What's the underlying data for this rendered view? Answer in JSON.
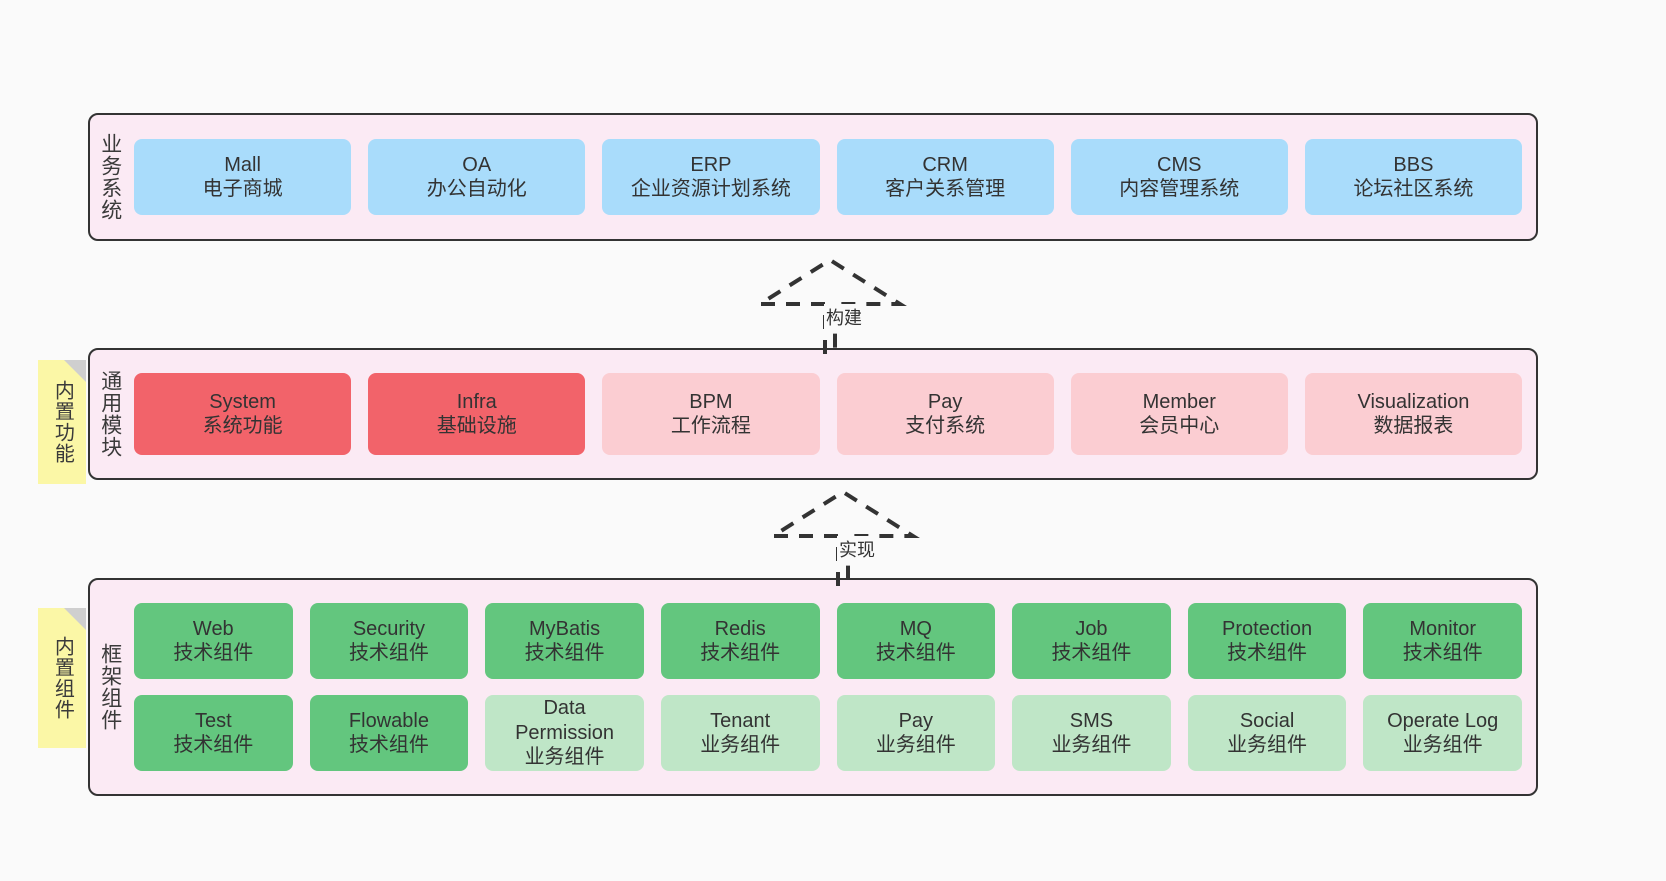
{
  "diagram": {
    "background_color": "#fafafa",
    "layer_fill": "#fbeaf4",
    "layer_border": "#333333",
    "sticky_color": "#fbf7a6"
  },
  "layers": [
    {
      "id": "business-system",
      "title": "业务系统",
      "rows": [
        [
          {
            "en": "Mall",
            "cn": "电子商城",
            "style": "blue"
          },
          {
            "en": "OA",
            "cn": "办公自动化",
            "style": "blue"
          },
          {
            "en": "ERP",
            "cn": "企业资源计划系统",
            "style": "blue"
          },
          {
            "en": "CRM",
            "cn": "客户关系管理",
            "style": "blue"
          },
          {
            "en": "CMS",
            "cn": "内容管理系统",
            "style": "blue"
          },
          {
            "en": "BBS",
            "cn": "论坛社区系统",
            "style": "blue"
          }
        ]
      ]
    },
    {
      "id": "common-module",
      "title": "通用模块",
      "sticky": "内置功能",
      "rows": [
        [
          {
            "en": "System",
            "cn": "系统功能",
            "style": "red-strong"
          },
          {
            "en": "Infra",
            "cn": "基础设施",
            "style": "red-strong"
          },
          {
            "en": "BPM",
            "cn": "工作流程",
            "style": "red-light"
          },
          {
            "en": "Pay",
            "cn": "支付系统",
            "style": "red-light"
          },
          {
            "en": "Member",
            "cn": "会员中心",
            "style": "red-light"
          },
          {
            "en": "Visualization",
            "cn": "数据报表",
            "style": "red-light"
          }
        ]
      ]
    },
    {
      "id": "framework-component",
      "title": "框架组件",
      "sticky": "内置组件",
      "rows": [
        [
          {
            "en": "Web",
            "cn": "技术组件",
            "style": "green-strong"
          },
          {
            "en": "Security",
            "cn": "技术组件",
            "style": "green-strong"
          },
          {
            "en": "MyBatis",
            "cn": "技术组件",
            "style": "green-strong"
          },
          {
            "en": "Redis",
            "cn": "技术组件",
            "style": "green-strong"
          },
          {
            "en": "MQ",
            "cn": "技术组件",
            "style": "green-strong"
          },
          {
            "en": "Job",
            "cn": "技术组件",
            "style": "green-strong"
          },
          {
            "en": "Protection",
            "cn": "技术组件",
            "style": "green-strong"
          },
          {
            "en": "Monitor",
            "cn": "技术组件",
            "style": "green-strong"
          }
        ],
        [
          {
            "en": "Test",
            "cn": "技术组件",
            "style": "green-strong"
          },
          {
            "en": "Flowable",
            "cn": "技术组件",
            "style": "green-strong"
          },
          {
            "en": "Data Permission",
            "cn": "业务组件",
            "style": "green-light"
          },
          {
            "en": "Tenant",
            "cn": "业务组件",
            "style": "green-light"
          },
          {
            "en": "Pay",
            "cn": "业务组件",
            "style": "green-light"
          },
          {
            "en": "SMS",
            "cn": "业务组件",
            "style": "green-light"
          },
          {
            "en": "Social",
            "cn": "业务组件",
            "style": "green-light"
          },
          {
            "en": "Operate Log",
            "cn": "业务组件",
            "style": "green-light"
          }
        ]
      ]
    }
  ],
  "connectors": [
    {
      "id": "build",
      "label": "构建"
    },
    {
      "id": "implement",
      "label": "实现"
    }
  ]
}
